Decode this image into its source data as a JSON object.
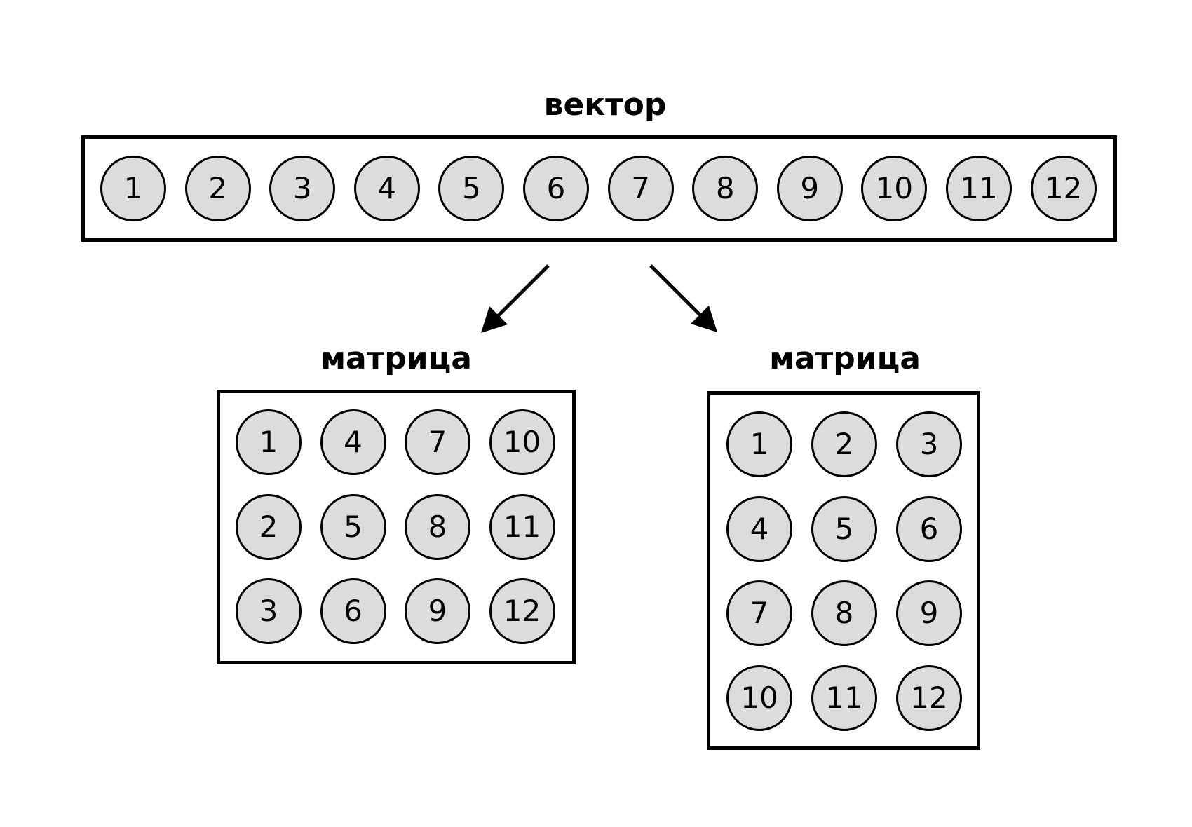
{
  "vector": {
    "title": "вектор",
    "cells": [
      "1",
      "2",
      "3",
      "4",
      "5",
      "6",
      "7",
      "8",
      "9",
      "10",
      "11",
      "12"
    ]
  },
  "matrix_left": {
    "title": "матрица",
    "rows": [
      [
        "1",
        "4",
        "7",
        "10"
      ],
      [
        "2",
        "5",
        "8",
        "11"
      ],
      [
        "3",
        "6",
        "9",
        "12"
      ]
    ]
  },
  "matrix_right": {
    "title": "матрица",
    "rows": [
      [
        "1",
        "2",
        "3"
      ],
      [
        "4",
        "5",
        "6"
      ],
      [
        "7",
        "8",
        "9"
      ],
      [
        "10",
        "11",
        "12"
      ]
    ]
  },
  "colors": {
    "cell_fill": "#dcdcdc",
    "stroke": "#000000"
  }
}
